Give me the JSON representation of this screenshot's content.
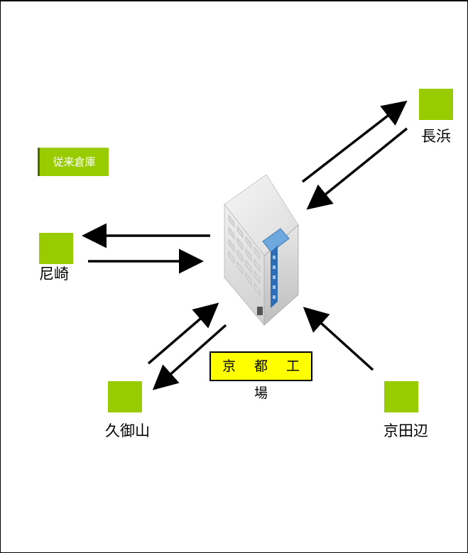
{
  "legend": {
    "label": "従来倉庫",
    "color": "#99cc00"
  },
  "factory": {
    "label": "京 都 工 場",
    "icon": "office-building-icon",
    "label_background": "#ffff00"
  },
  "sites": {
    "nagahama": {
      "label": "長浜"
    },
    "amagasaki": {
      "label": "尼崎"
    },
    "kumiyama": {
      "label": "久御山"
    },
    "kyotanabe": {
      "label": "京田辺"
    }
  },
  "colors": {
    "site_box": "#99cc00",
    "arrow": "#000000"
  }
}
